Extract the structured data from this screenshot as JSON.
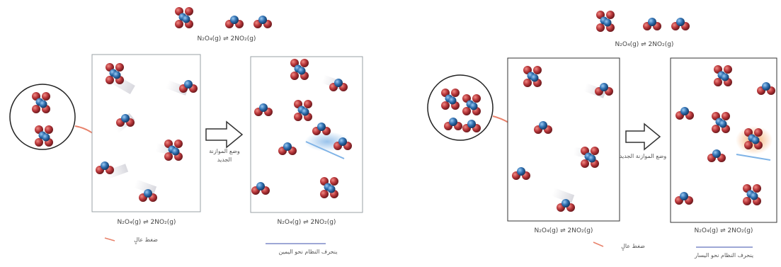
{
  "left_panel": {
    "top_equation": "N₂O₄(g) ⇌ 2NO₂(g)",
    "arrow_caption": "وضع الموازنة الجديد",
    "box1_equation": "N₂O₄(g) ⇌ 2NO₂(g)",
    "box2_equation": "N₂O₄(g) ⇌ 2NO₂(g)",
    "pressure_label": "ضغط عالٍ",
    "shift_caption": "ينحرف النظام نحو اليمين"
  },
  "right_panel": {
    "top_equation": "N₂O₄(g) ⇌ 2NO₂(g)",
    "arrow_caption": "وضع الموازنة الجديد",
    "box1_equation": "N₂O₄(g) ⇌ 2NO₂(g)",
    "box2_equation": "N₂O₄(g) ⇌ 2NO₂(g)",
    "pressure_label": "ضغط عالٍ",
    "shift_caption": "ينحرف النظام نحو اليسار"
  },
  "colors": {
    "oxygen": "#b7363a",
    "nitrogen": "#2f6fb0",
    "shift_line": "#9ea7d6",
    "pointer": "#e8826b",
    "blue_glow": "#7fb3e6",
    "orange_glow": "#f3a25e"
  }
}
